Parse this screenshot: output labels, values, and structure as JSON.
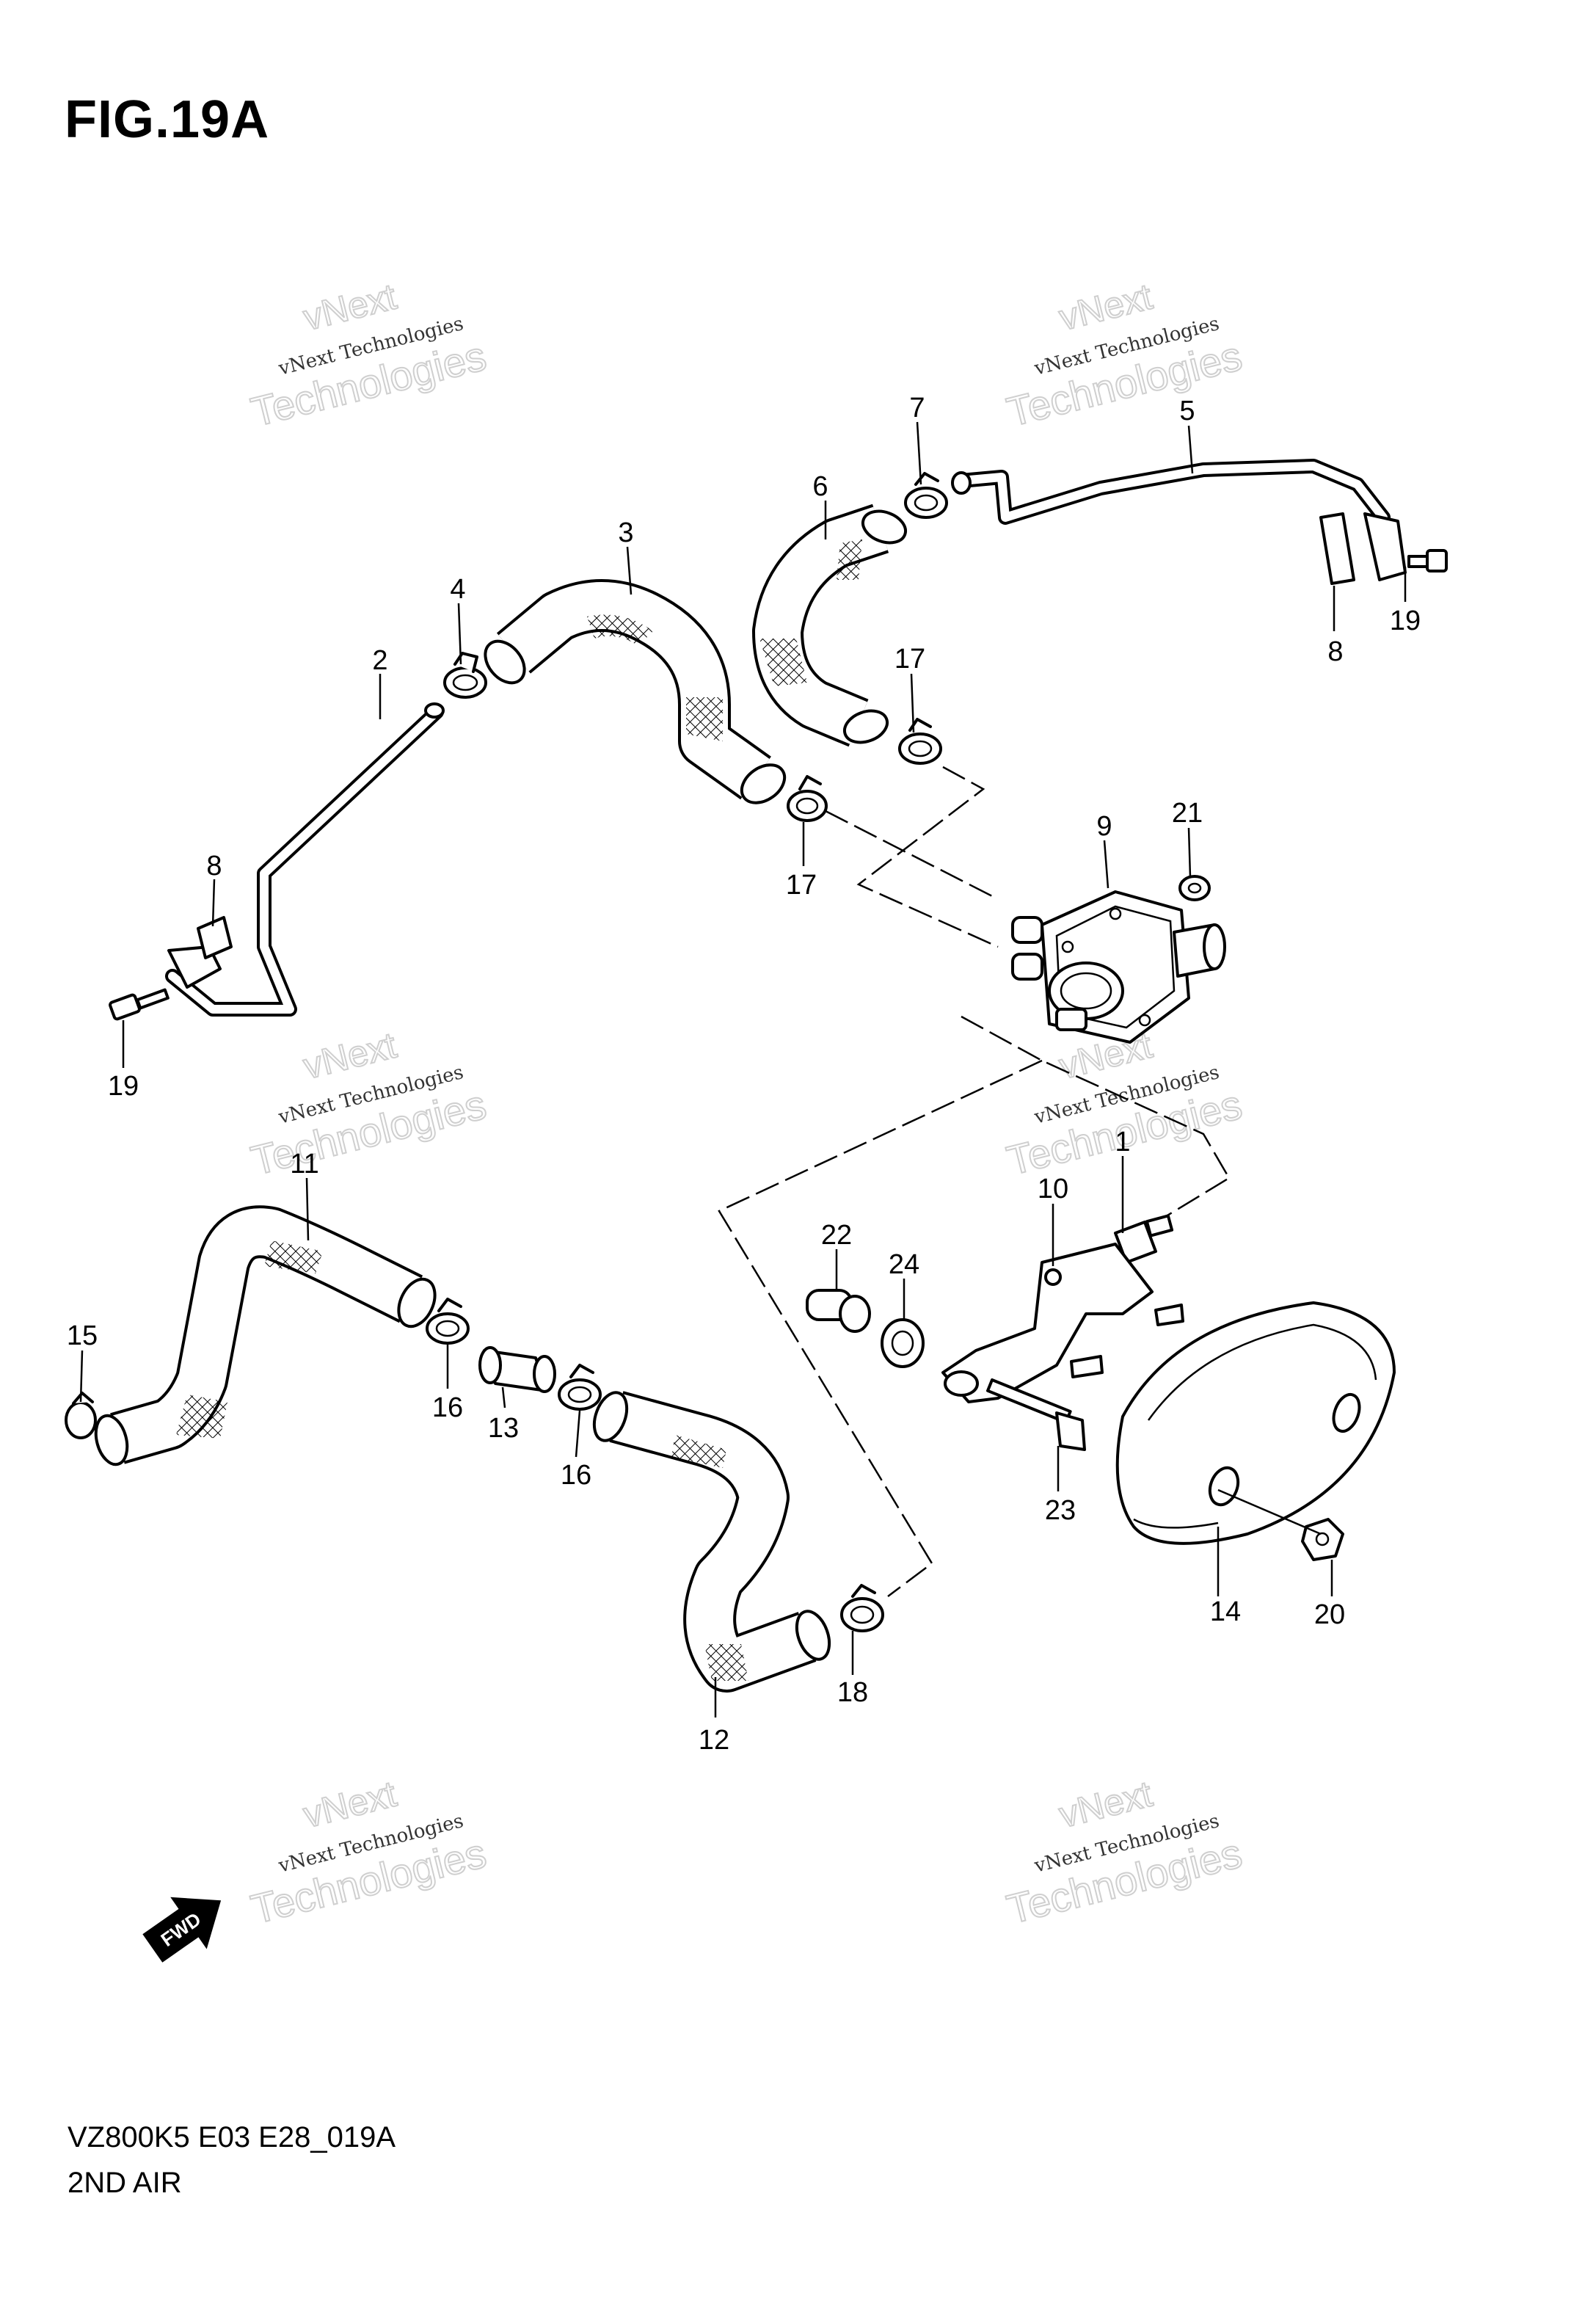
{
  "title": "FIG.19A",
  "footer": {
    "model_code": "VZ800K5 E03 E28_019A",
    "section_name": "2ND AIR"
  },
  "watermark": {
    "line1": "vNext",
    "line2": "vNext Technologies",
    "line3": "Technologies"
  },
  "fwd_label": "FWD",
  "callouts": [
    "1",
    "2",
    "3",
    "4",
    "5",
    "6",
    "7",
    "8",
    "8",
    "9",
    "10",
    "11",
    "12",
    "13",
    "14",
    "15",
    "16",
    "16",
    "17",
    "17",
    "18",
    "19",
    "19",
    "20",
    "21",
    "22",
    "23",
    "24"
  ]
}
